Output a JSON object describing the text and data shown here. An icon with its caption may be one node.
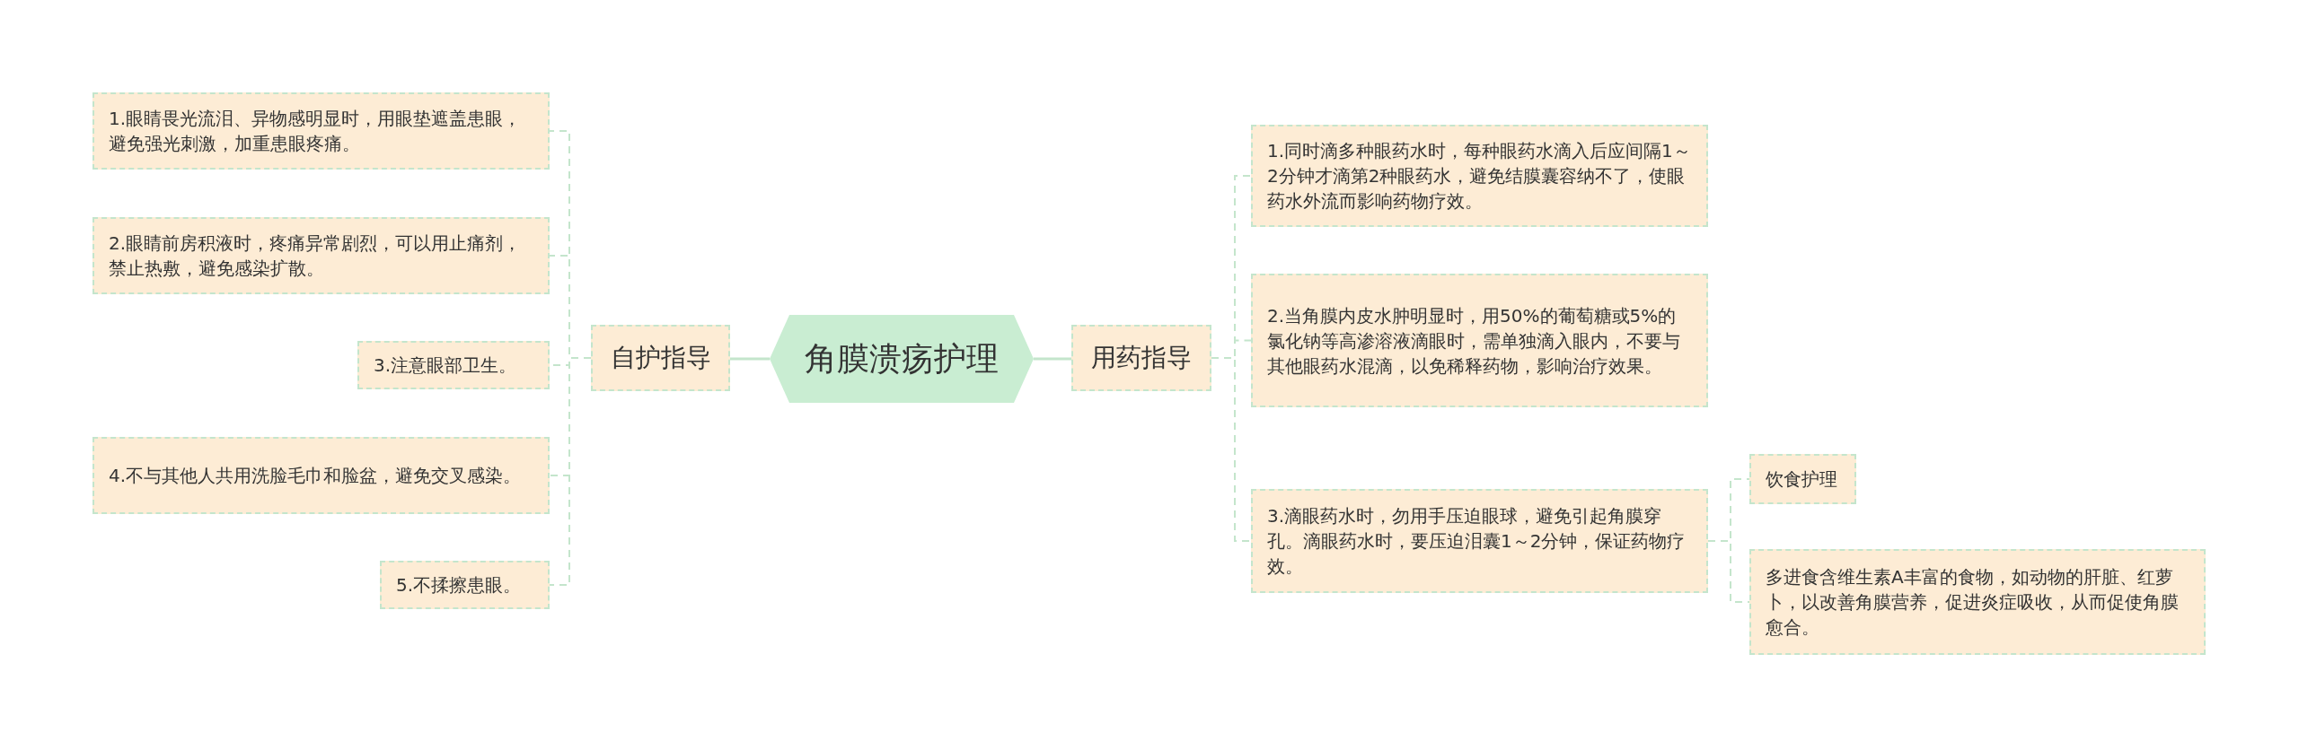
{
  "diagram": {
    "nodes": [
      {
        "text": [
          "角膜溃疡护理"
        ]
      },
      {
        "text": [
          "自护指导"
        ]
      },
      {
        "text": [
          "1.眼睛畏光流泪、异物感明显时，用眼垫遮盖患眼，避免强光刺激，加重患眼疼痛。"
        ]
      },
      {
        "text": [
          "2.眼睛前房积液时，疼痛异常剧烈，可以用止痛剂，禁止热敷，避免感染扩散。"
        ]
      },
      {
        "text": [
          "3.注意眼部卫生。"
        ]
      },
      {
        "text": [
          "4.不与其他人共用洗脸毛巾和脸盆，避免交叉感染。"
        ]
      },
      {
        "text": [
          "5.不揉擦患眼。"
        ]
      },
      {
        "text": [
          "用药指导"
        ]
      },
      {
        "text": [
          "1.同时滴多种眼药水时，每种眼药水滴入后应间隔1～2分钟才滴第2种眼药水，避免结膜囊容纳不了，使眼药水外流而影响药物疗效。"
        ]
      },
      {
        "text": [
          "2.当角膜内皮水肿明显时，用50%的葡萄糖或5%的氯化钠等高渗溶液滴眼时，需单独滴入眼内，不要与其他眼药水混滴，以免稀释药物，影响治疗效果。"
        ]
      },
      {
        "text": [
          "3.滴眼药水时，勿用手压迫眼球，避免引起角膜穿孔。滴眼药水时，要压迫泪囊1～2分钟，保证药物疗效。"
        ]
      },
      {
        "text": [
          "饮食护理"
        ]
      },
      {
        "text": [
          "多进食含维生素A丰富的食物，如动物的肝脏、红萝卜，以改善角膜营养，促进炎症吸收，从而促使角膜愈合。"
        ]
      }
    ],
    "edges": [
      {
        "from": 0,
        "to": 1,
        "arrow": "none"
      },
      {
        "from": 0,
        "to": 7,
        "arrow": "none"
      },
      {
        "from": 1,
        "to": 2,
        "arrow": "none",
        "style": "dashed"
      },
      {
        "from": 1,
        "to": 3,
        "arrow": "none",
        "style": "dashed"
      },
      {
        "from": 1,
        "to": 4,
        "arrow": "none",
        "style": "dashed"
      },
      {
        "from": 1,
        "to": 5,
        "arrow": "none",
        "style": "dashed"
      },
      {
        "from": 1,
        "to": 6,
        "arrow": "none",
        "style": "dashed"
      },
      {
        "from": 7,
        "to": 8,
        "arrow": "none",
        "style": "dashed"
      },
      {
        "from": 7,
        "to": 9,
        "arrow": "none",
        "style": "dashed"
      },
      {
        "from": 7,
        "to": 10,
        "arrow": "none",
        "style": "dashed"
      },
      {
        "from": 10,
        "to": 11,
        "arrow": "none",
        "style": "dashed"
      },
      {
        "from": 10,
        "to": 12,
        "arrow": "none",
        "style": "dashed"
      }
    ]
  }
}
